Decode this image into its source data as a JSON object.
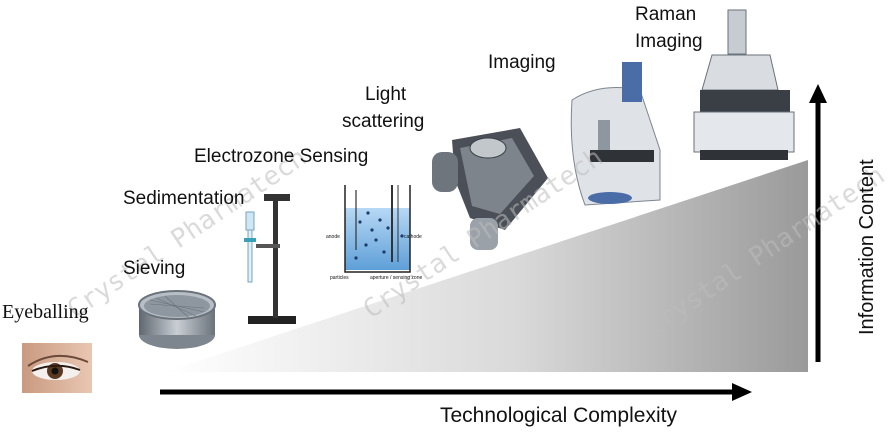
{
  "labels": {
    "eyeballing": "Eyeballing",
    "sieving": "Sieving",
    "sedimentation": "Sedimentation",
    "electrozone": "Electrozone Sensing",
    "light": "Light\nscattering",
    "light_l1": "Light",
    "light_l2": "scattering",
    "imaging": "Imaging",
    "raman_l1": "Raman",
    "raman_l2": "Imaging"
  },
  "axes": {
    "x": "Technological Complexity",
    "y": "Information Content"
  },
  "cell_labels": {
    "anode": "anode",
    "cathode": "cathode",
    "particles": "particles",
    "aperture": "aperture / sensing zone"
  },
  "watermark": "Crystal Pharmatech",
  "colors": {
    "arrow": "#000000",
    "wedge_dark": "#9a9a9a",
    "wedge_light": "#ffffff",
    "liquid": "#7fb6e6",
    "steel": "#9aa3ad"
  }
}
